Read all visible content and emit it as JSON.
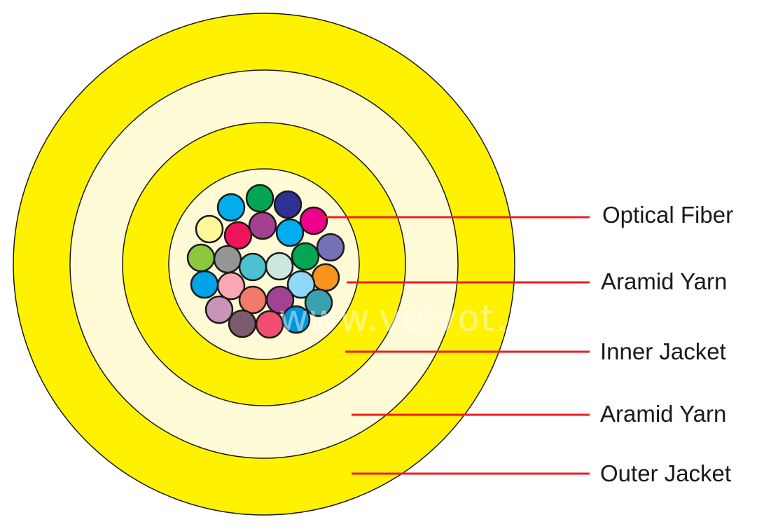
{
  "colors": {
    "yellow": "#FFF200",
    "cream": "#FFFBD6",
    "leader": "#EE1C25",
    "stroke": "#1a1a1a"
  },
  "fibers": [
    "#00ADEF",
    "#00A651",
    "#2E3192",
    "#EC008C",
    "#FFF799",
    "#ED145B",
    "#A3408F",
    "#00AEEF",
    "#7471B8",
    "#8DC63F",
    "#959595",
    "#4BC1D2",
    "#CCE8DC",
    "#00A651",
    "#00A3E8",
    "#F9A7B0",
    "#F37A6B",
    "#F7941D",
    "#8FD8F8",
    "#C994B8",
    "#F3776B",
    "#A14294",
    "#3AA1B0",
    "#7D5A6E",
    "#F04E72",
    "#0094D9"
  ],
  "labels": [
    {
      "id": "optical-fiber",
      "text": "Optical Fiber"
    },
    {
      "id": "aramid-yarn-inner",
      "text": "Aramid Yarn"
    },
    {
      "id": "inner-jacket",
      "text": "Inner Jacket"
    },
    {
      "id": "aramid-yarn-outer",
      "text": "Aramid Yarn"
    },
    {
      "id": "outer-jacket",
      "text": "Outer Jacket"
    }
  ],
  "watermark": "www.veivot.com"
}
